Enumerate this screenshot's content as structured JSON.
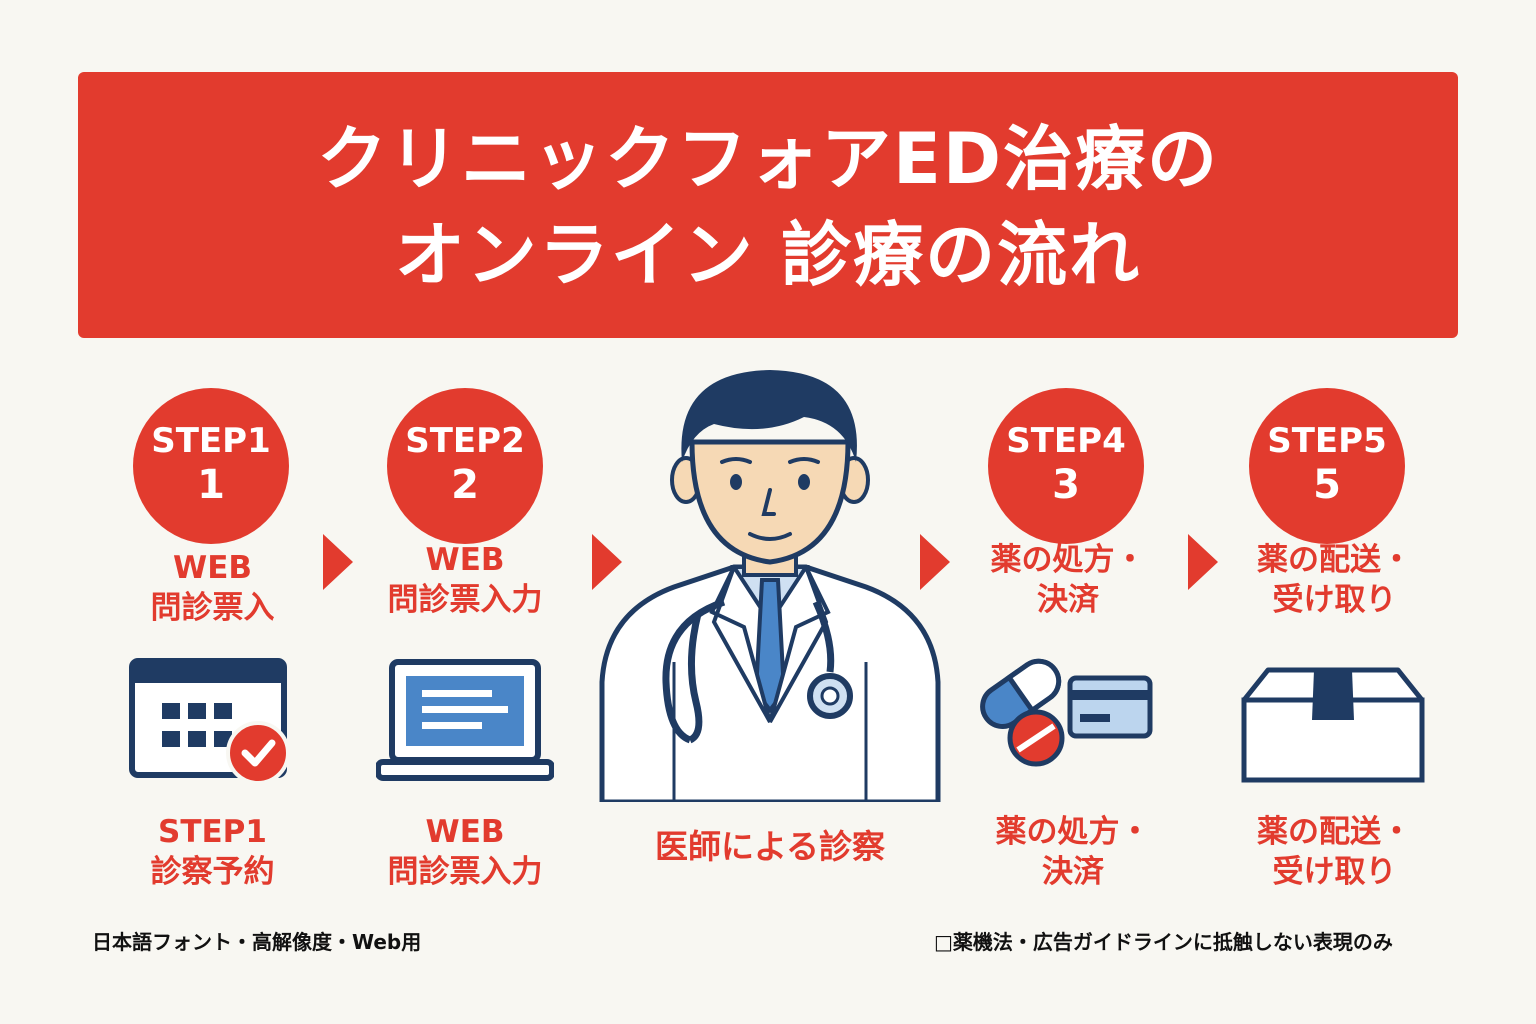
{
  "banner": {
    "title_line1": "クリニックフォアED治療の",
    "title_line2": "オンライン 診療の流れ"
  },
  "steps": [
    {
      "badge_label": "STEP1",
      "badge_number": "1",
      "top_line1": "WEB",
      "top_line2": "問診票入",
      "icon": "calendar-check-icon",
      "bottom_line1": "STEP1",
      "bottom_line2": "診察予約"
    },
    {
      "badge_label": "STEP2",
      "badge_number": "2",
      "top_line1": "WEB",
      "top_line2": "問診票入力",
      "icon": "laptop-icon",
      "bottom_line1": "WEB",
      "bottom_line2": "問診票入力"
    },
    {
      "badge_label": "STEP4",
      "badge_number": "3",
      "top_line1": "薬の処方・",
      "top_line2": "決済",
      "icon": "pills-card-icon",
      "bottom_line1": "薬の処方・",
      "bottom_line2": "決済"
    },
    {
      "badge_label": "STEP5",
      "badge_number": "5",
      "top_line1": "薬の配送・",
      "top_line2": "受け取り",
      "icon": "package-box-icon",
      "bottom_line1": "薬の配送・",
      "bottom_line2": "受け取り"
    }
  ],
  "doctor": {
    "caption": "医師による診察",
    "icon": "doctor-icon"
  },
  "footer": {
    "left": "日本語フォント・高解像度・Web用",
    "right": "□薬機法・広告ガイドラインに抵触しない表現のみ"
  },
  "colors": {
    "accent": "#e23b2e",
    "navy": "#1f3b63",
    "blue": "#4a86c8",
    "background": "#f8f7f2"
  }
}
